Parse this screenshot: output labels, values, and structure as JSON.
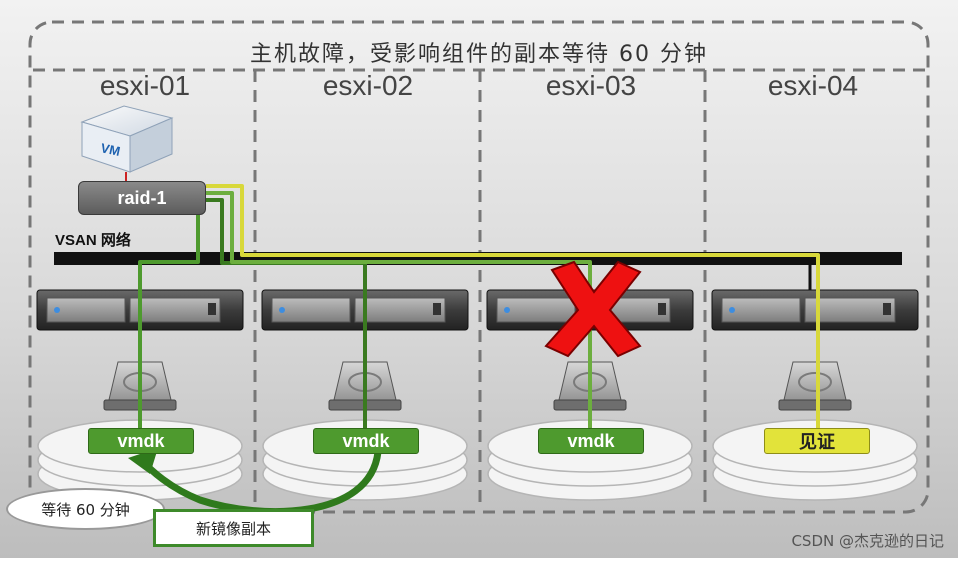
{
  "title": "主机故障，受影响组件的副本等待 60 分钟",
  "hosts": [
    {
      "label": "esxi-01",
      "component": "vmdk",
      "component_type": "data"
    },
    {
      "label": "esxi-02",
      "component": "vmdk",
      "component_type": "data"
    },
    {
      "label": "esxi-03",
      "component": "vmdk",
      "component_type": "data",
      "failed": true
    },
    {
      "label": "esxi-04",
      "component": "见证",
      "component_type": "witness"
    }
  ],
  "vm": {
    "icon": "vm-box-icon",
    "label": "VM"
  },
  "raid_label": "raid-1",
  "network_label": "VSAN 网络",
  "wait_bubble": "等待 60 分钟",
  "new_mirror_label": "新镜像副本",
  "credit": "CSDN @杰克逊的日记",
  "colors": {
    "data_path": "#4e9a2e",
    "witness_path": "#d8d83a",
    "failure": "#ee1111",
    "dash_border": "#7a7a7a"
  },
  "icons": [
    "vm-box-icon",
    "server-icon",
    "disk-icon",
    "failure-x-icon",
    "arrow-curve-icon"
  ]
}
